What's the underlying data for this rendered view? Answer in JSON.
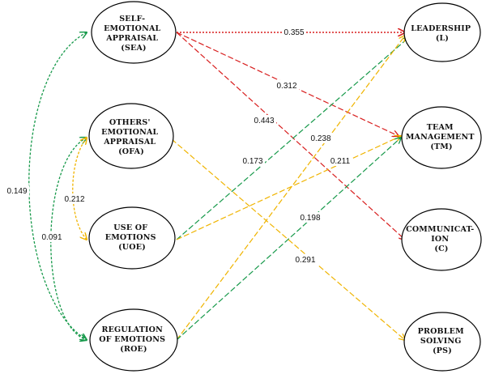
{
  "nodes": {
    "sea": [
      "SELF-",
      "EMOTIONAL",
      "APPRAISAL",
      "(SEA)"
    ],
    "ofa": [
      "OTHERS'",
      "EMOTIONAL",
      "APPRAISAL",
      "(OFA)"
    ],
    "uoe": [
      "USE OF",
      "EMOTIONS",
      "(UOE)"
    ],
    "roe": [
      "REGULATION",
      "OF EMOTIONS",
      "(ROE)"
    ],
    "leadership": [
      "LEADERSHIP",
      "(L)"
    ],
    "team": [
      "TEAM",
      "MANAGEMENT",
      "(TM)"
    ],
    "communication": [
      "COMMUNICAT-",
      "ION",
      "(C)"
    ],
    "problem": [
      "PROBLEM",
      "SOLVING",
      "(PS)"
    ]
  },
  "paths": {
    "sea_l": "0.355",
    "sea_tm": "0.312",
    "sea_c": "0.443",
    "uoe_l": "0.173",
    "roe_l": "0.238",
    "uoe_tm": "0.211",
    "roe_tm": "0.198",
    "ofa_ps": "0.291"
  },
  "correlations": {
    "sea_roe": "0.149",
    "ofa_uoe": "0.212",
    "ofa_roe": "0.091"
  },
  "colors": {
    "red": "#d81e1e",
    "green": "#16994a",
    "yellow": "#f0b400",
    "outline": "#000000"
  }
}
